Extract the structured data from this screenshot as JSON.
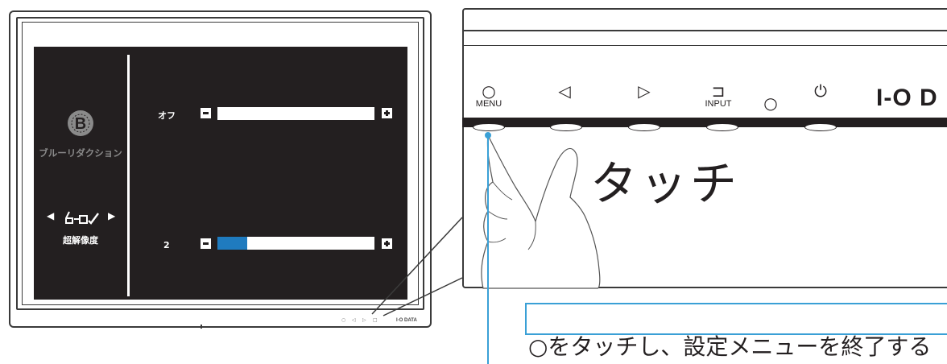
{
  "osd": {
    "bluelight": {
      "icon": "blue-light-reduction-icon",
      "label": "ブルーリダクション"
    },
    "super_resolution": {
      "icon": "super-resolution-icon",
      "left_arrow": "◀",
      "right_arrow": "▶",
      "label": "超解像度"
    },
    "rows": [
      {
        "label": "オフ",
        "level": 0
      },
      {
        "label": "2",
        "level": 0.19
      }
    ]
  },
  "monitor": {
    "brand": "I·O DATA"
  },
  "panel": {
    "buttons": [
      {
        "symbol": "○",
        "label": "MENU",
        "icon": "circle-icon"
      },
      {
        "symbol": "◁",
        "label": "",
        "icon": "left-arrow-icon"
      },
      {
        "symbol": "▷",
        "label": "",
        "icon": "right-arrow-icon"
      },
      {
        "symbol": "⊐",
        "label": "INPUT",
        "icon": "input-icon"
      },
      {
        "symbol": "○",
        "label": "",
        "icon": "power-led-icon"
      },
      {
        "symbol": "⏻",
        "label": "",
        "icon": "power-icon"
      }
    ],
    "brand": "I-O D",
    "touch_text": "タッチ"
  },
  "callout": {
    "text": "○をタッチし、設定メニューを終了する"
  },
  "colors": {
    "osd_bg": "#231f20",
    "slider_fill": "#1f7bbf",
    "callout_border": "#3aa0d6"
  }
}
